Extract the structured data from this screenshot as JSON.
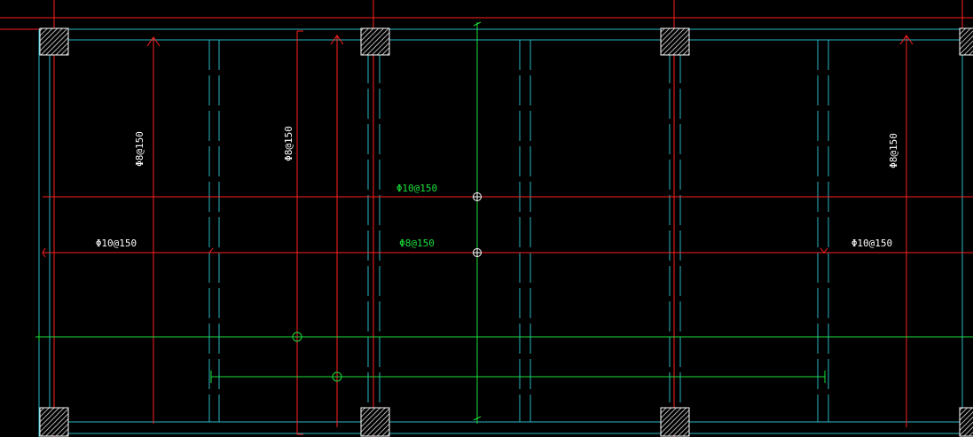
{
  "colors": {
    "background": "#000000",
    "beam_outline": "#27b9c3",
    "rebar_red": "#ff2020",
    "rebar_green": "#19e03a",
    "label_white": "#ffffff",
    "column_hatch": "#ffffff"
  },
  "labels": {
    "left_vertical": "Φ8@150",
    "mid_vertical": "Φ8@150",
    "right_vertical": "Φ8@150",
    "green_top": "Φ10@150",
    "green_mid": "Φ8@150",
    "left_horizontal": "Φ10@150",
    "right_horizontal": "Φ10@150"
  }
}
